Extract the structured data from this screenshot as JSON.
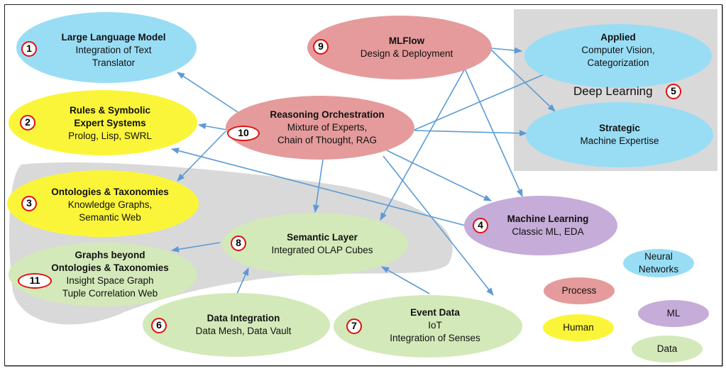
{
  "diagram": {
    "colors": {
      "neural_networks": "#99ddf5",
      "process": "#e59b9b",
      "ml": "#c6acd8",
      "human": "#fbf53a",
      "data": "#d3e9b9",
      "group": "#d9d9d9",
      "arrow": "#5b9bd5",
      "badge_border": "#e01010"
    },
    "deep_learning_label": "Deep Learning",
    "nodes": [
      {
        "id": "n1",
        "badge": "1",
        "title": "Large Language Model",
        "lines": [
          "Integration of Text",
          "Translator"
        ],
        "category": "neural_networks"
      },
      {
        "id": "n2",
        "badge": "2",
        "title": "Rules & Symbolic",
        "title2": "Expert Systems",
        "lines": [
          "Prolog, Lisp, SWRL"
        ],
        "category": "human"
      },
      {
        "id": "n3",
        "badge": "3",
        "title": "Ontologies & Taxonomies",
        "lines": [
          "Knowledge Graphs,",
          "Semantic Web"
        ],
        "category": "human"
      },
      {
        "id": "n4",
        "badge": "4",
        "title": "Machine Learning",
        "lines": [
          "Classic ML, EDA"
        ],
        "category": "ml"
      },
      {
        "id": "n5a",
        "badge": "",
        "title": "Applied",
        "lines": [
          "Computer Vision,",
          "Categorization"
        ],
        "category": "neural_networks"
      },
      {
        "id": "n5b",
        "badge": "5",
        "title": "Strategic",
        "lines": [
          "Machine Expertise"
        ],
        "category": "neural_networks"
      },
      {
        "id": "n6",
        "badge": "6",
        "title": "Data Integration",
        "lines": [
          "Data Mesh, Data Vault"
        ],
        "category": "data"
      },
      {
        "id": "n7",
        "badge": "7",
        "title": "Event Data",
        "lines": [
          "IoT",
          "Integration of Senses"
        ],
        "category": "data"
      },
      {
        "id": "n8",
        "badge": "8",
        "title": "Semantic Layer",
        "lines": [
          "Integrated OLAP Cubes"
        ],
        "category": "data"
      },
      {
        "id": "n9",
        "badge": "9",
        "title": "MLFlow",
        "lines": [
          "Design & Deployment"
        ],
        "category": "process"
      },
      {
        "id": "n10",
        "badge": "10",
        "title": "Reasoning Orchestration",
        "lines": [
          "Mixture of Experts,",
          "Chain of Thought, RAG"
        ],
        "category": "process"
      },
      {
        "id": "n11",
        "badge": "11",
        "title": "Graphs beyond",
        "title2": "Ontologies & Taxonomies",
        "lines": [
          "Insight Space Graph",
          "Tuple Correlation Web"
        ],
        "category": "data"
      }
    ],
    "edges": [
      {
        "from": "n10",
        "to": "n1"
      },
      {
        "from": "n10",
        "to": "n2"
      },
      {
        "from": "n10",
        "to": "n3"
      },
      {
        "from": "n10",
        "to": "n8"
      },
      {
        "from": "n10",
        "to": "n5a"
      },
      {
        "from": "n10",
        "to": "n5b"
      },
      {
        "from": "n10",
        "to": "n4"
      },
      {
        "from": "n10",
        "to": "n7"
      },
      {
        "from": "n9",
        "to": "n5a"
      },
      {
        "from": "n9",
        "to": "n5b"
      },
      {
        "from": "n9",
        "to": "n4"
      },
      {
        "from": "n9",
        "to": "n8"
      },
      {
        "from": "n4",
        "to": "n2"
      },
      {
        "from": "n8",
        "to": "n11"
      },
      {
        "from": "n6",
        "to": "n8"
      },
      {
        "from": "n7",
        "to": "n8"
      }
    ],
    "legend": [
      {
        "label": "Neural Networks",
        "category": "neural_networks"
      },
      {
        "label": "Process",
        "category": "process"
      },
      {
        "label": "ML",
        "category": "ml"
      },
      {
        "label": "Human",
        "category": "human"
      },
      {
        "label": "Data",
        "category": "data"
      }
    ]
  }
}
